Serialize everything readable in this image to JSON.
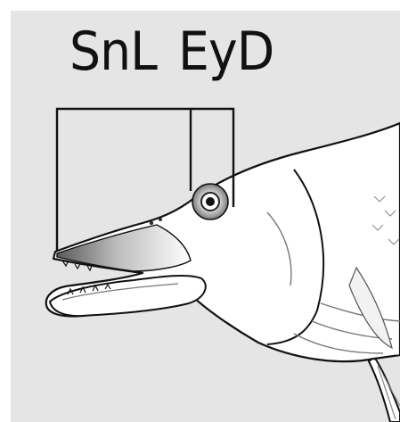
{
  "figure": {
    "labels": {
      "snout_length": "SnL",
      "eye_diameter": "EyD"
    },
    "subject": "fish-head",
    "colors": {
      "background": "#e5e5e5",
      "line": "#111111",
      "body": "#ffffff",
      "shade": "#9a9a9a"
    }
  }
}
